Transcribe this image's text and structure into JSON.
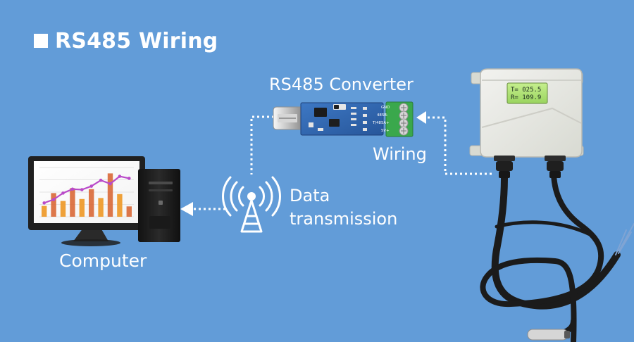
{
  "diagram": {
    "title": "RS485 Wiring",
    "labels": {
      "converter": "RS485 Converter",
      "wiring": "Wiring",
      "data_line1": "Data",
      "data_line2": "transmission",
      "computer": "Computer"
    },
    "screen": {
      "line1": "T= 025.5",
      "line2": "R= 109.9"
    },
    "terminal_labels": [
      "GND",
      "485B-",
      "T/485A+",
      "5V+"
    ],
    "colors": {
      "background": "#629cd8",
      "text": "#ffffff",
      "pcb": "#2d5ea7",
      "terminal": "#3aa84c",
      "screen": "#a4df66",
      "transmitter_body": "#e6e7e0",
      "cable": "#1b1b1b"
    },
    "computer_chart": {
      "bars": [
        0.22,
        0.48,
        0.32,
        0.58,
        0.36,
        0.56,
        0.38,
        0.88,
        0.46,
        0.21
      ],
      "line": [
        0.28,
        0.35,
        0.48,
        0.56,
        0.55,
        0.62,
        0.74,
        0.67,
        0.82,
        0.78
      ]
    }
  }
}
